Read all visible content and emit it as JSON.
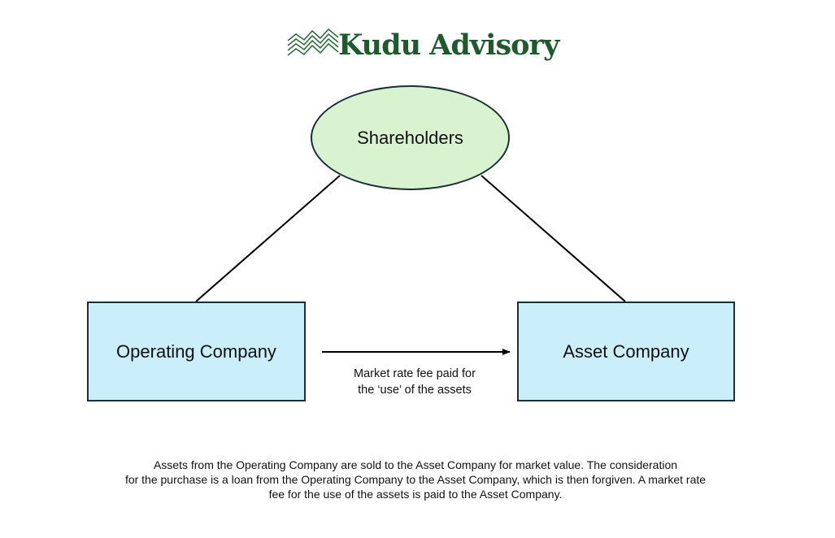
{
  "logo": {
    "name": "Kudu Advisory",
    "color": "#1d5a2c"
  },
  "nodes": {
    "shareholders": "Shareholders",
    "operating_company": "Operating Company",
    "asset_company": "Asset Company"
  },
  "edges": {
    "fee_label_line1": "Market rate fee paid for",
    "fee_label_line2": "the ‘use’ of the assets"
  },
  "caption": {
    "line1": "Assets from the Operating Company are sold to the Asset Company for market value. The consideration",
    "line2": "for the purchase is a loan from the Operating Company to the Asset Company, which is then forgiven. A market rate",
    "line3": "fee for the use of the assets is paid to the Asset Company."
  },
  "colors": {
    "shareholders_fill": "#d9f2d0",
    "company_fill": "#cbeefb",
    "outline": "#1b2f36"
  }
}
